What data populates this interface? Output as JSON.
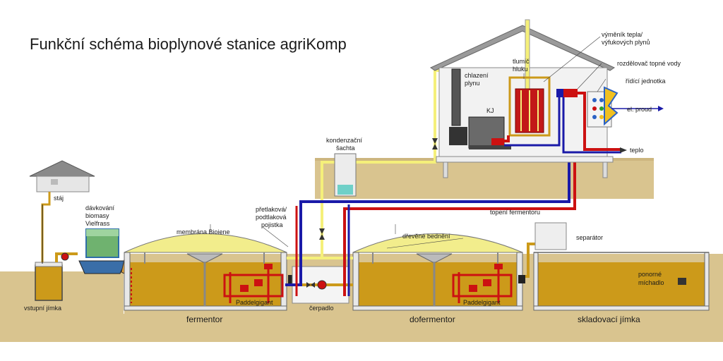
{
  "title": "Funkční schéma bioplynové stanice agriKomp",
  "labels": {
    "staj": "stáj",
    "davkovani_1": "dávkování",
    "davkovani_2": "biomasy",
    "davkovani_3": "Vielfrass",
    "membrana": "membrána Bioiene",
    "pretlak_1": "přetlaková/",
    "pretlak_2": "podtlaková",
    "pretlak_3": "pojistka",
    "kondenz_1": "kondenzační",
    "kondenz_2": "šachta",
    "chlazeni_1": "chlazení",
    "chlazeni_2": "plynu",
    "tlumic_1": "tlumič",
    "tlumic_2": "hluku",
    "kj": "KJ",
    "vymenik_1": "výměník tepla/",
    "vymenik_2": "výfukových plynů",
    "rozdelovac": "rozdělovač topné vody",
    "ridici": "řídící jednotka",
    "el_proud": "el. proud",
    "teplo": "teplo",
    "topeni": "topení fermentoru",
    "drevene": "dřevěné bednění",
    "separator": "separátor",
    "ponorne_1": "ponorné",
    "ponorne_2": "míchadlo",
    "vstupni": "vstupní jímka",
    "paddel_1": "Paddelgigant",
    "paddel_2": "Paddelgigant",
    "cerpadlo": "čerpadlo",
    "fermentor": "fermentor",
    "dofermentor": "dofermentor",
    "skladovaci": "skladovací jímka"
  },
  "colors": {
    "soil": "#d9c48f",
    "substrate": "#cc9a1a",
    "dome": "#f2ed8c",
    "biogas_pipe": "#f5f07a",
    "hot_pipe": "#cc1111",
    "cold_pipe": "#1a1aa8",
    "wall": "#ececec",
    "equipment": "#555555"
  }
}
